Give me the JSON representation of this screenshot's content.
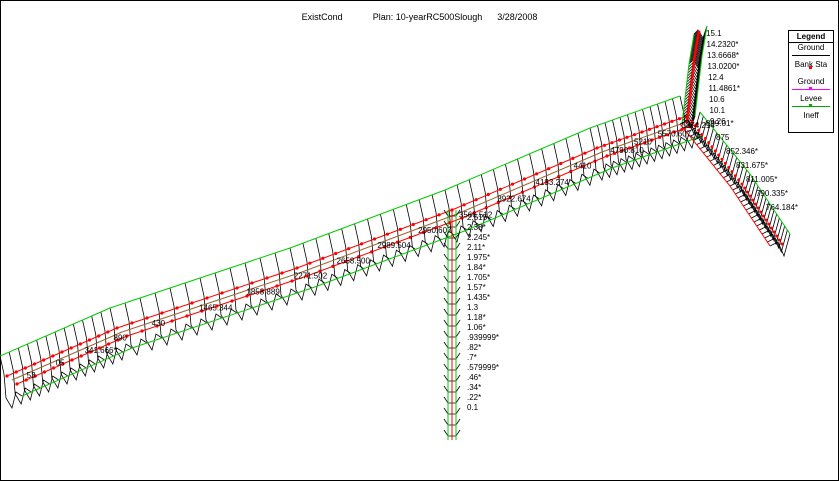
{
  "header": {
    "project": "ExistCond",
    "plan": "Plan: 10-yearRC500Slough",
    "date": "3/28/2008"
  },
  "legend": {
    "title": "Legend",
    "items": [
      {
        "label": "Ground",
        "color": "#000000",
        "marker": "none"
      },
      {
        "label": "Bank Sta",
        "color": "#ff0000",
        "marker": "dot"
      },
      {
        "label": "Ground",
        "color": "#ff00ff",
        "marker": "square"
      },
      {
        "label": "Levee",
        "color": "#00aa00",
        "marker": "triangle"
      },
      {
        "label": "Ineff",
        "color": "#000000",
        "marker": "none"
      }
    ]
  },
  "station_labels": {
    "main_reach": [
      "53",
      "05",
      "341.666*",
      "890",
      "430",
      "1465.344",
      "1858.889",
      "2271.502",
      "2658.500",
      "2989.504",
      "2950.607",
      "3566.512",
      "3922.674",
      "4133.274",
      "4410",
      "4790.810",
      "5210",
      "5570.607",
      "5874.214"
    ],
    "upper_branch": [
      "15.1",
      "14.2320*",
      "13.6668*",
      "13.0200*",
      "12.4",
      "11.4861*",
      "10.6",
      "10.1",
      "9.26"
    ],
    "right_branch": [
      "899.01*",
      "875",
      "852.346*",
      "831.675*",
      "811.005*",
      "790.335*",
      "764.184*"
    ],
    "slough": [
      "2.515",
      "2.38*",
      "2.245*",
      "2.11*",
      "1.975*",
      "1.84*",
      "1.705*",
      "1.57*",
      "1.435*",
      "1.3",
      "1.18*",
      "1.06*",
      ".939999*",
      ".82*",
      ".7*",
      ".579999*",
      ".46*",
      ".34*",
      ".22*",
      "0.1"
    ]
  },
  "colors": {
    "ground": "#000000",
    "bank": "#ff0000",
    "levee": "#00cc00",
    "channel": "#996633"
  }
}
